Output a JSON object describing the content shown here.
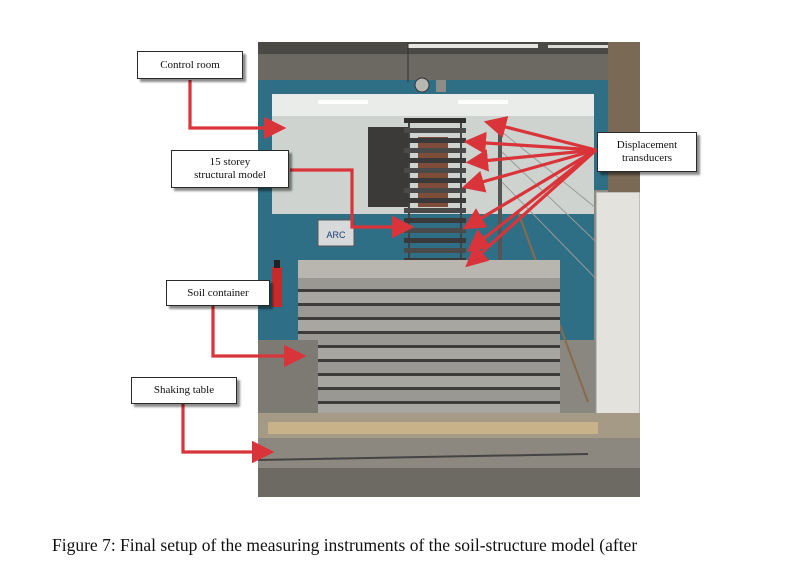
{
  "labels": {
    "control_room": "Control room",
    "structural_model_line1": "15 storey",
    "structural_model_line2": "structural model",
    "displacement_line1": "Displacement",
    "displacement_line2": "transducers",
    "soil_container": "Soil container",
    "shaking_table": "Shaking table"
  },
  "photo": {
    "sign_text": "ARC"
  },
  "caption": "Figure 7: Final setup of the measuring instruments of the soil-structure model (after",
  "colors": {
    "arrow": "#d9343a",
    "frame_teal": "#2f6f86",
    "wall": "#c9c2b4"
  }
}
